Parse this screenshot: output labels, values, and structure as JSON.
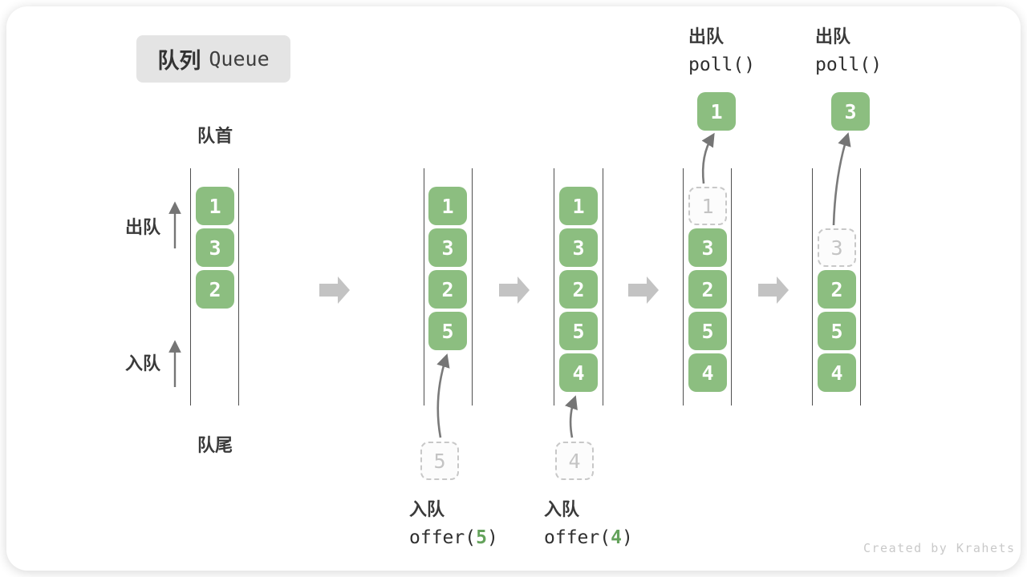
{
  "title": {
    "zh": "队列",
    "en": "Queue"
  },
  "side_labels": {
    "front": "队首",
    "rear": "队尾",
    "dequeue": "出队",
    "enqueue": "入队"
  },
  "operations": {
    "offer5": {
      "label_zh": "入队",
      "code_before": "offer(",
      "arg": "5",
      "code_after": ")"
    },
    "offer4": {
      "label_zh": "入队",
      "code_before": "offer(",
      "arg": "4",
      "code_after": ")"
    },
    "poll1": {
      "label_zh": "出队",
      "code": "poll()"
    },
    "poll2": {
      "label_zh": "出队",
      "code": "poll()"
    }
  },
  "states": [
    {
      "name": "initial",
      "boxes": [
        "1",
        "3",
        "2"
      ]
    },
    {
      "name": "after-offer-5",
      "boxes": [
        "1",
        "3",
        "2",
        "5"
      ],
      "incoming": "5"
    },
    {
      "name": "after-offer-4",
      "boxes": [
        "1",
        "3",
        "2",
        "5",
        "4"
      ],
      "incoming": "4"
    },
    {
      "name": "after-poll-1",
      "ghost": "1",
      "boxes": [
        "3",
        "2",
        "5",
        "4"
      ],
      "polled": "1"
    },
    {
      "name": "after-poll-3",
      "ghost": "3",
      "boxes": [
        "2",
        "5",
        "4"
      ],
      "polled": "3"
    }
  ],
  "watermark": "Created by Krahets",
  "colors": {
    "box_green": "#8cbe80",
    "code_green": "#64a25b",
    "block_arrow_gray": "#c3c3c3",
    "arrow_line_gray": "#757575",
    "dashed_border_gray": "#c8c8c8",
    "wall_gray": "#4f4f4f",
    "title_bg": "#e4e4e4",
    "text_dark": "#3a3a3a",
    "watermark_gray": "#c9c9c9"
  }
}
